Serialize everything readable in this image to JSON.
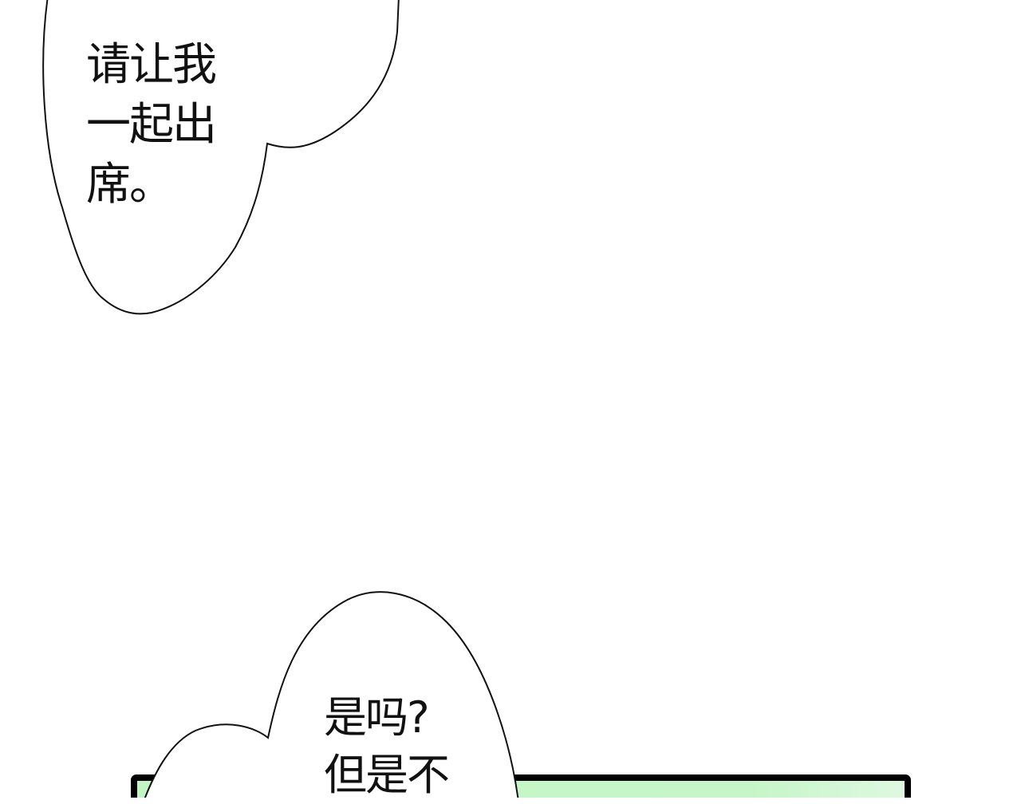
{
  "bubble_top": {
    "lines": [
      "请让我",
      "一起出",
      "席。"
    ]
  },
  "bubble_bottom": {
    "lines": [
      "是吗?",
      "但是不"
    ]
  },
  "colors": {
    "panel_fill": "#c2f5c4",
    "panel_border": "#000000",
    "bubble_stroke": "#111111"
  }
}
